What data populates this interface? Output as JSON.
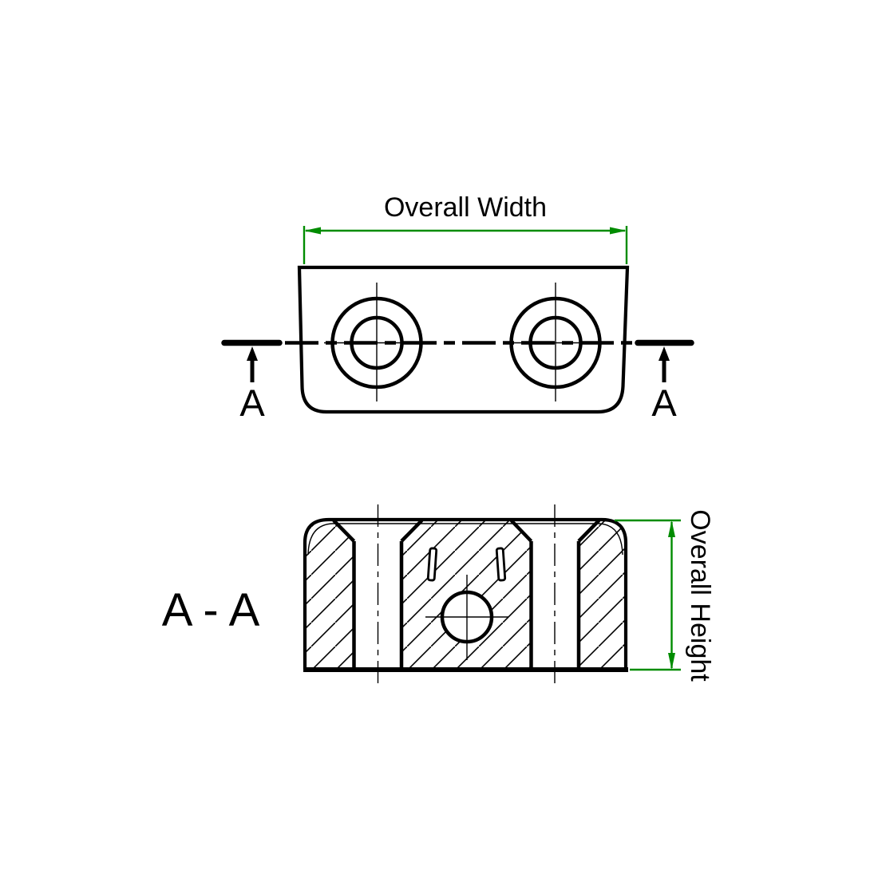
{
  "labels": {
    "width_dimension": "Overall Width",
    "height_dimension": "Overall Height",
    "section_marker_left": "A",
    "section_marker_right": "A",
    "section_view_title": "A - A"
  },
  "colors": {
    "ink": "#000000",
    "dim": "#008c00",
    "bg": "#ffffff"
  }
}
